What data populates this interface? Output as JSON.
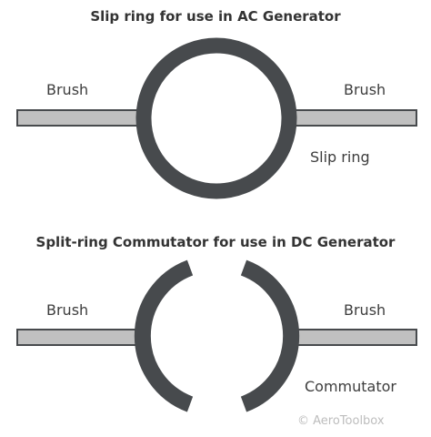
{
  "colors": {
    "ring": "#474a4d",
    "brush_fill": "#c0c0c0",
    "brush_stroke": "#474a4d",
    "text": "#3d3d3d",
    "watermark": "#bdbdbd"
  },
  "slip_ring_section": {
    "title": "Slip ring for use in AC Generator",
    "left_brush_label": "Brush",
    "right_brush_label": "Brush",
    "ring_label": "Slip ring"
  },
  "commutator_section": {
    "title": "Split-ring Commutator for use in DC Generator",
    "left_brush_label": "Brush",
    "right_brush_label": "Brush",
    "ring_label": "Commutator"
  },
  "watermark": "© AeroToolbox"
}
